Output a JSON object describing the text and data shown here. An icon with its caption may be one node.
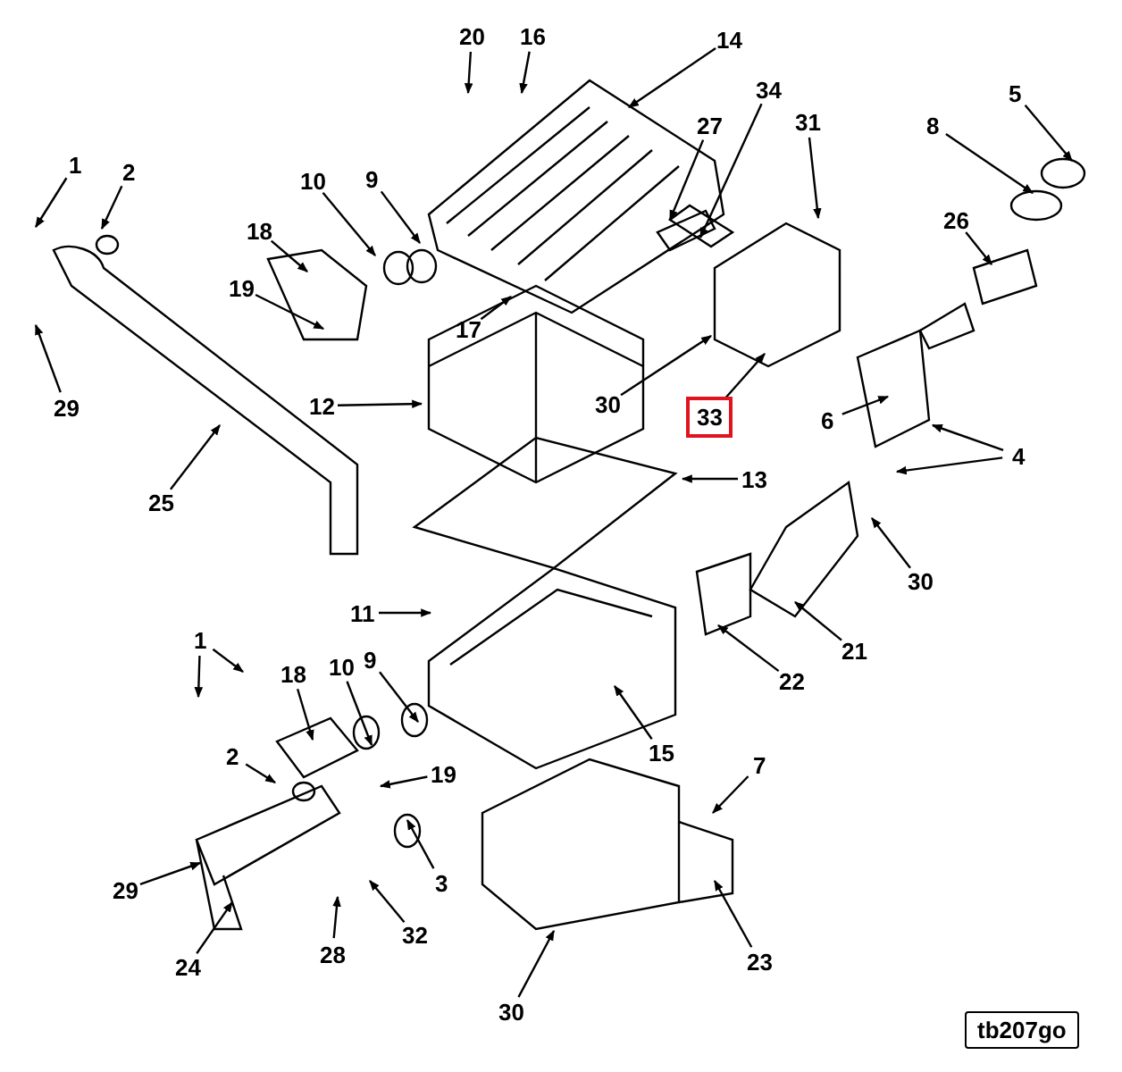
{
  "diagram": {
    "nodes": [
      {
        "text": [
          "20"
        ]
      },
      {
        "text": [
          "16"
        ]
      },
      {
        "text": [
          "14"
        ]
      },
      {
        "text": [
          "34"
        ]
      },
      {
        "text": [
          "5"
        ]
      },
      {
        "text": [
          "31"
        ]
      },
      {
        "text": [
          "27"
        ]
      },
      {
        "text": [
          "8"
        ]
      },
      {
        "text": [
          "1"
        ]
      },
      {
        "text": [
          "2"
        ]
      },
      {
        "text": [
          "10"
        ]
      },
      {
        "text": [
          "9"
        ]
      },
      {
        "text": [
          "26"
        ]
      },
      {
        "text": [
          "18"
        ]
      },
      {
        "text": [
          "19"
        ]
      },
      {
        "text": [
          "17"
        ]
      },
      {
        "text": [
          "12"
        ]
      },
      {
        "text": [
          "30"
        ]
      },
      {
        "text": [
          "29"
        ]
      },
      {
        "text": [
          "33"
        ]
      },
      {
        "text": [
          "6"
        ]
      },
      {
        "text": [
          "4"
        ]
      },
      {
        "text": [
          "13"
        ]
      },
      {
        "text": [
          "25"
        ]
      },
      {
        "text": [
          "30"
        ]
      },
      {
        "text": [
          "11"
        ]
      },
      {
        "text": [
          "1"
        ]
      },
      {
        "text": [
          "21"
        ]
      },
      {
        "text": [
          "9"
        ]
      },
      {
        "text": [
          "18"
        ]
      },
      {
        "text": [
          "10"
        ]
      },
      {
        "text": [
          "22"
        ]
      },
      {
        "text": [
          "2"
        ]
      },
      {
        "text": [
          "15"
        ]
      },
      {
        "text": [
          "7"
        ]
      },
      {
        "text": [
          "19"
        ]
      },
      {
        "text": [
          "3"
        ]
      },
      {
        "text": [
          "29"
        ]
      },
      {
        "text": [
          "32"
        ]
      },
      {
        "text": [
          "28"
        ]
      },
      {
        "text": [
          "24"
        ]
      },
      {
        "text": [
          "23"
        ]
      },
      {
        "text": [
          "30"
        ]
      }
    ],
    "edges": [
      {
        "from": 0,
        "to": null,
        "arrow": "to"
      },
      {
        "from": 1,
        "to": null,
        "arrow": "to"
      },
      {
        "from": 2,
        "to": null,
        "arrow": "to"
      },
      {
        "from": 3,
        "to": null,
        "arrow": "to"
      },
      {
        "from": 4,
        "to": null,
        "arrow": "to"
      },
      {
        "from": 5,
        "to": null,
        "arrow": "to"
      },
      {
        "from": 6,
        "to": null,
        "arrow": "to"
      },
      {
        "from": 7,
        "to": null,
        "arrow": "to"
      },
      {
        "from": 8,
        "to": null,
        "arrow": "to"
      },
      {
        "from": 9,
        "to": null,
        "arrow": "to"
      },
      {
        "from": 10,
        "to": null,
        "arrow": "to"
      },
      {
        "from": 11,
        "to": null,
        "arrow": "to"
      },
      {
        "from": 12,
        "to": null,
        "arrow": "to"
      },
      {
        "from": 13,
        "to": null,
        "arrow": "to"
      },
      {
        "from": 14,
        "to": null,
        "arrow": "to"
      },
      {
        "from": 15,
        "to": null,
        "arrow": "to"
      },
      {
        "from": 16,
        "to": null,
        "arrow": "to"
      },
      {
        "from": 17,
        "to": null,
        "arrow": "to"
      },
      {
        "from": 18,
        "to": null,
        "arrow": "to"
      },
      {
        "from": 19,
        "to": null,
        "arrow": "to"
      },
      {
        "from": 20,
        "to": null,
        "arrow": "to"
      },
      {
        "from": 21,
        "to": null,
        "arrow": "to"
      },
      {
        "from": 21,
        "to": null,
        "arrow": "to"
      },
      {
        "from": 22,
        "to": null,
        "arrow": "to"
      },
      {
        "from": 23,
        "to": null,
        "arrow": "to"
      },
      {
        "from": 24,
        "to": null,
        "arrow": "to"
      },
      {
        "from": 25,
        "to": null,
        "arrow": "to"
      },
      {
        "from": 26,
        "to": null,
        "arrow": "to"
      },
      {
        "from": 26,
        "to": null,
        "arrow": "to"
      },
      {
        "from": 27,
        "to": null,
        "arrow": "to"
      },
      {
        "from": 28,
        "to": null,
        "arrow": "to"
      },
      {
        "from": 29,
        "to": null,
        "arrow": "to"
      },
      {
        "from": 30,
        "to": null,
        "arrow": "to"
      },
      {
        "from": 31,
        "to": null,
        "arrow": "to"
      },
      {
        "from": 32,
        "to": null,
        "arrow": "to"
      },
      {
        "from": 33,
        "to": null,
        "arrow": "to"
      },
      {
        "from": 34,
        "to": null,
        "arrow": "to"
      },
      {
        "from": 35,
        "to": null,
        "arrow": "to"
      },
      {
        "from": 36,
        "to": null,
        "arrow": "to"
      },
      {
        "from": 37,
        "to": null,
        "arrow": "to"
      },
      {
        "from": 38,
        "to": null,
        "arrow": "to"
      },
      {
        "from": 39,
        "to": null,
        "arrow": "to"
      },
      {
        "from": 40,
        "to": null,
        "arrow": "to"
      },
      {
        "from": 41,
        "to": null,
        "arrow": "to"
      },
      {
        "from": 42,
        "to": null,
        "arrow": "to"
      }
    ],
    "labels": [
      "tb207go"
    ]
  }
}
